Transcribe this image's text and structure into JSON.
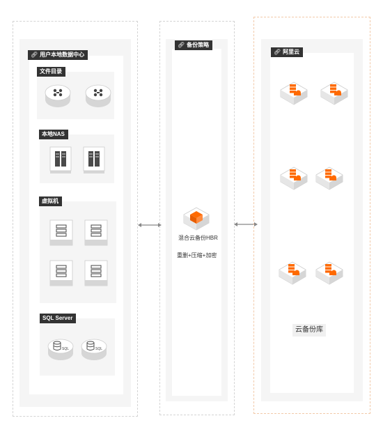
{
  "columns": {
    "local": {
      "title": "用户本地数据中心",
      "groups": {
        "files": {
          "label": "文件目录"
        },
        "nas": {
          "label": "本地NAS"
        },
        "vm": {
          "label": "虚拟机"
        },
        "sql": {
          "label": "SQL Server",
          "icon_text": "SQL"
        }
      }
    },
    "strategy": {
      "title": "备份策略",
      "service_label": "混合云备份HBR",
      "features": "重删+压缩+加密"
    },
    "aliyun": {
      "title": "阿里云",
      "repo_label": "云备份库"
    }
  },
  "icons": {
    "link": "link-icon",
    "file_server": "file-directory-server-icon",
    "nas": "nas-storage-icon",
    "vm": "virtual-machine-server-icon",
    "sql": "sql-database-icon",
    "hbr": "hybrid-backup-cube-icon",
    "cloud_storage": "cloud-storage-server-icon",
    "arrow": "bidirectional-arrow-icon"
  },
  "colors": {
    "accent": "#ff6a00",
    "tag_bg": "#333333",
    "panel": "#f5f5f5",
    "dashed_border": "#d4d4d4"
  }
}
